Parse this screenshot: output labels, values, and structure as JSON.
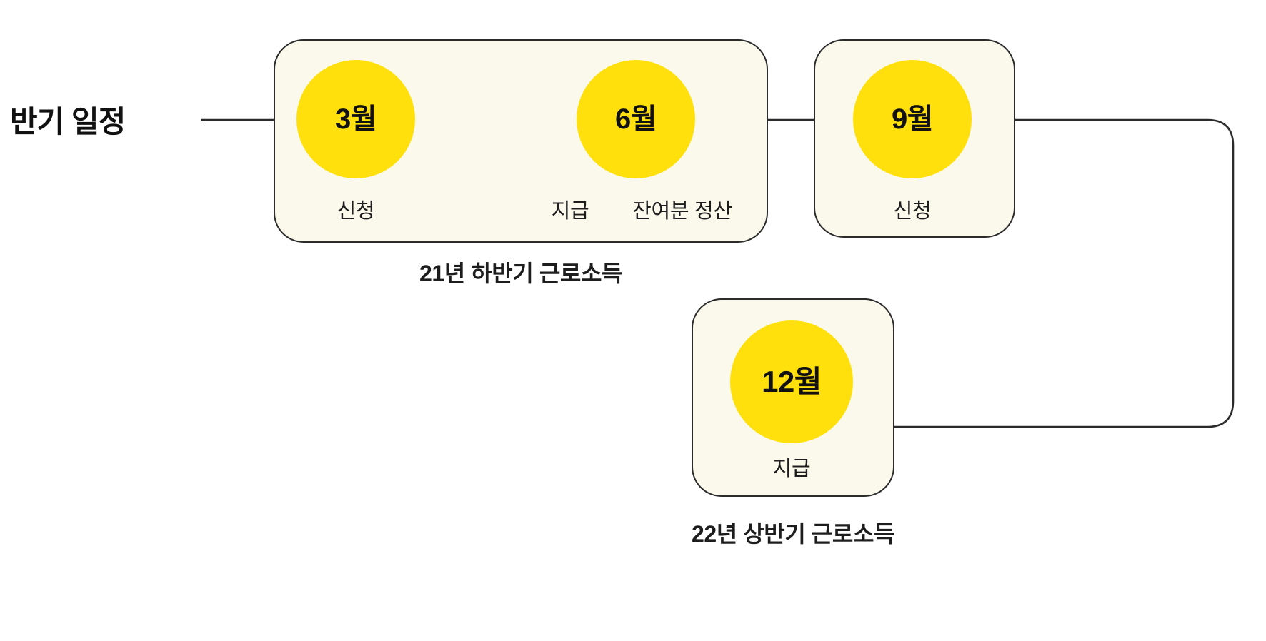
{
  "diagram": {
    "title": "반기 일정",
    "colors": {
      "bubble": "#ffe00d",
      "card_fill": "#faf9ec",
      "stroke": "#2b2b2b",
      "text": "#1d1d1d",
      "background": "#ffffff"
    }
  },
  "groups": [
    {
      "id": "h2-2021",
      "caption": "21년 하반기 근로소득",
      "nodes": [
        {
          "month": "3월",
          "labels": [
            "신청"
          ]
        },
        {
          "month": "6월",
          "labels": [
            "지급",
            "잔여분 정산"
          ]
        }
      ]
    },
    {
      "id": "sep-2021",
      "caption": "",
      "nodes": [
        {
          "month": "9월",
          "labels": [
            "신청"
          ]
        }
      ]
    },
    {
      "id": "h1-2022",
      "caption": "22년 상반기 근로소득",
      "nodes": [
        {
          "month": "12월",
          "labels": [
            "지급"
          ]
        }
      ]
    }
  ],
  "nodes": {
    "mar": {
      "month": "3월",
      "label": "신청"
    },
    "jun": {
      "month": "6월",
      "label_pay": "지급",
      "label_settle": "잔여분 정산"
    },
    "sep": {
      "month": "9월",
      "label": "신청"
    },
    "dec": {
      "month": "12월",
      "label": "지급"
    }
  },
  "captions": {
    "h2_2021": "21년 하반기 근로소득",
    "h1_2022": "22년 상반기 근로소득"
  }
}
